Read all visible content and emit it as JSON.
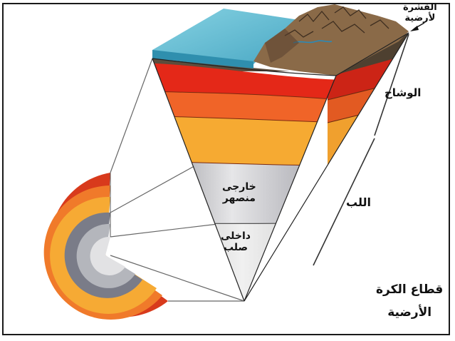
{
  "labels": {
    "crust": [
      "القشرة",
      "لأرضية"
    ],
    "mantle": "الوشاح",
    "core": "اللب",
    "outer_core": [
      "خارجى",
      "منصهر"
    ],
    "inner_core": [
      "داخلى",
      "صلب"
    ],
    "title": [
      "قطاع الكرة",
      "الأرضية"
    ]
  },
  "colors": {
    "ocean": "#6ec3d6",
    "ocean_dark": "#2f8fae",
    "land": "#8a6a48",
    "crust_dark": "#5a4a3a",
    "mantle_top": "#e8281a",
    "mantle_mid": "#f06a28",
    "mantle_low": "#f5a830",
    "outer_core": "#b8b8be",
    "inner_core": "#d8d8d8",
    "side_dark": "#5e6072"
  }
}
